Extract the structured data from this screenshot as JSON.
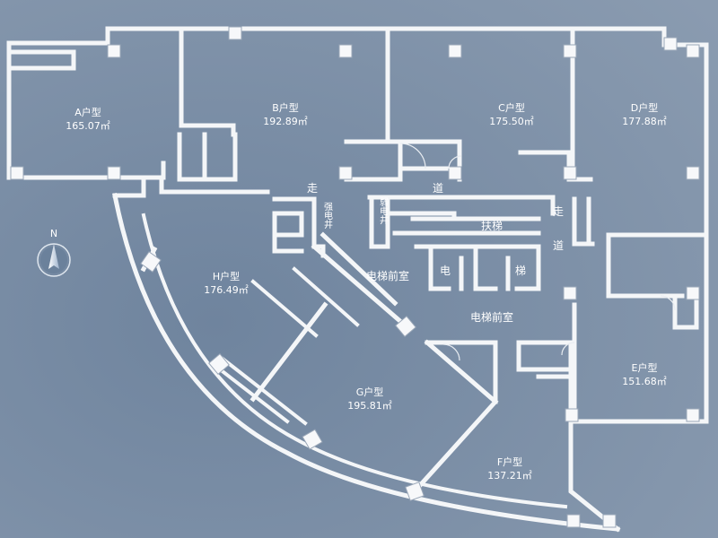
{
  "units": [
    {
      "id": "A",
      "label": "A户型",
      "area": "165.07㎡"
    },
    {
      "id": "B",
      "label": "B户型",
      "area": "192.89㎡"
    },
    {
      "id": "C",
      "label": "C户型",
      "area": "175.50㎡"
    },
    {
      "id": "D",
      "label": "D户型",
      "area": "177.88㎡"
    },
    {
      "id": "E",
      "label": "E户型",
      "area": "151.68㎡"
    },
    {
      "id": "F",
      "label": "F户型",
      "area": "137.21㎡"
    },
    {
      "id": "G",
      "label": "G户型",
      "area": "195.81㎡"
    },
    {
      "id": "H",
      "label": "H户型",
      "area": "176.49㎡"
    }
  ],
  "core": {
    "corridor_1": "走",
    "corridor_2": "道",
    "corridor_v1": "走",
    "corridor_v2": "道",
    "strong_current_well": "强电井",
    "weak_current_well": "弱电井",
    "escalator": "扶梯",
    "elevator_1": "电",
    "elevator_2": "梯",
    "elevator_lobby_1": "电梯前室",
    "elevator_lobby_2": "电梯前室"
  },
  "compass": {
    "letter": "N"
  }
}
